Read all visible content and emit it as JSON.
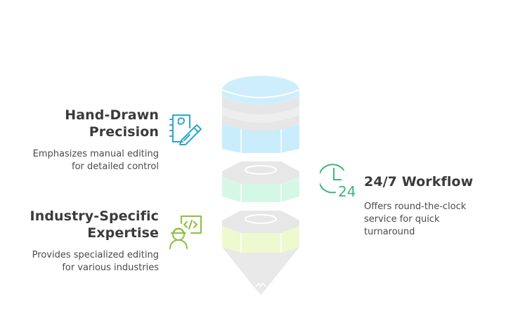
{
  "diagram": {
    "items": [
      {
        "id": "hand-drawn",
        "title_line1": "Hand-Drawn",
        "title_line2": "Precision",
        "desc_line1": "Emphasizes manual editing",
        "desc_line2": "for detailed control",
        "icon": "sketch-pen-icon",
        "color": "#2fa7c9"
      },
      {
        "id": "workflow",
        "title": "24/7 Workflow",
        "desc_line1": "Offers round-the-clock",
        "desc_line2": "service for quick",
        "desc_line3": "turnaround",
        "icon": "clock-24-icon",
        "icon_text": "24",
        "color": "#3bb87a"
      },
      {
        "id": "industry",
        "title_line1": "Industry-Specific",
        "title_line2": "Expertise",
        "desc_line1": "Provides specialized editing",
        "desc_line2": "for various industries",
        "icon": "engineer-code-icon",
        "color": "#8cbf3f"
      }
    ],
    "layer_colors": {
      "top": "#d4f0fb",
      "top_side": "#cdeefa",
      "gray": "#e8e8e8",
      "green": "#d5f8e6",
      "lime": "#eef9cf",
      "funnel": "#e9e9e9"
    }
  }
}
